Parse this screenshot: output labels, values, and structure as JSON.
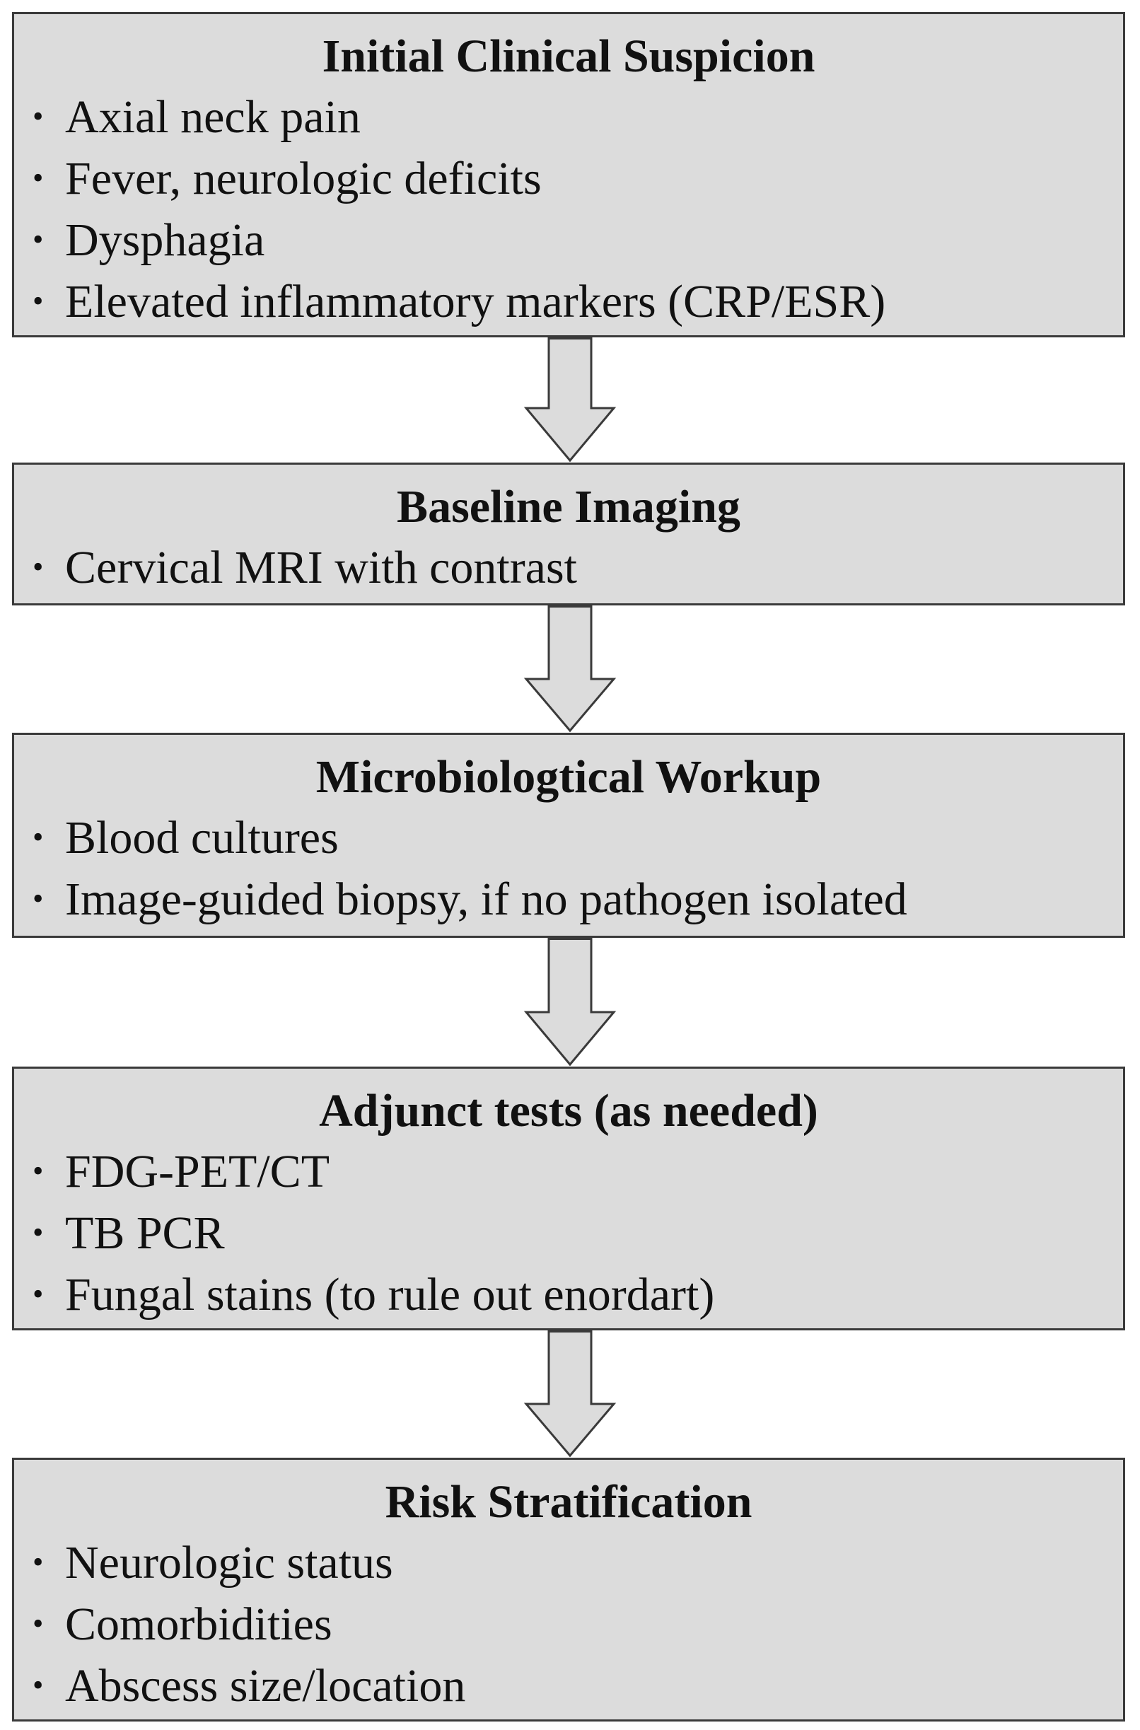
{
  "flowchart": {
    "steps": [
      {
        "title": "Initial Clinical Suspicion",
        "items": [
          "Axial neck pain",
          "Fever, neurologic deficits",
          "Dysphagia",
          "Elevated inflammatory markers (CRP/ESR)"
        ]
      },
      {
        "title": "Baseline Imaging",
        "items": [
          "Cervical MRI with contrast"
        ]
      },
      {
        "title": "Microbiologtical Workup",
        "items": [
          "Blood cultures",
          "Image-guided biopsy, if no pathogen isolated"
        ]
      },
      {
        "title": "Adjunct tests (as needed)",
        "items": [
          "FDG-PET/CT",
          "TB PCR",
          "Fungal stains (to rule out enordart)"
        ]
      },
      {
        "title": "Risk Stratification",
        "items": [
          "Neurologic status",
          "Comorbidities",
          "Abscess size/location"
        ]
      }
    ],
    "bullet_glyph": "•",
    "colors": {
      "box_fill": "#dcdcdc",
      "box_border": "#3a3a3a",
      "arrow_fill": "#dcdcdc",
      "arrow_stroke": "#3a3a3a",
      "text": "#111111"
    }
  }
}
